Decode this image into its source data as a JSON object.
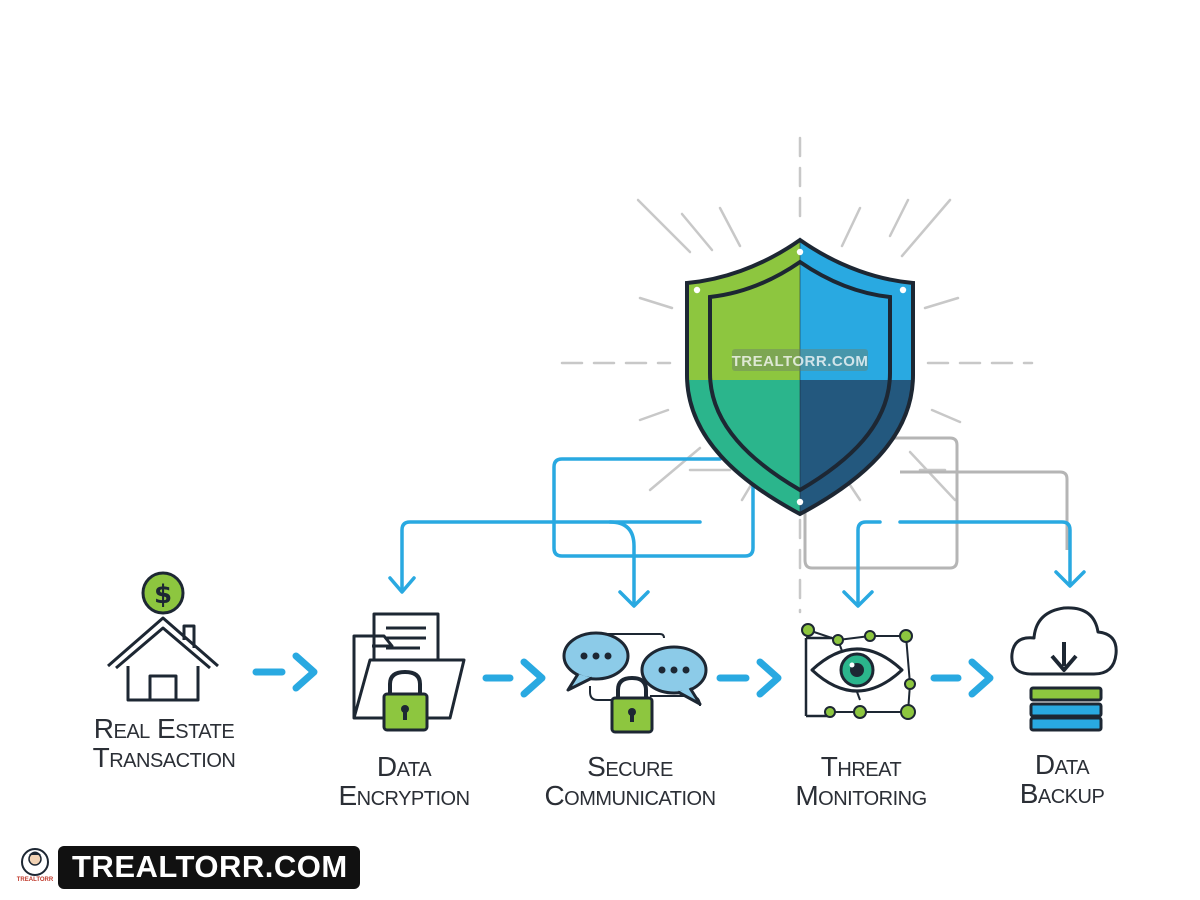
{
  "watermark": "TREALTORR.COM",
  "brand": {
    "text": "TREALTORR.COM",
    "mini_text": "TREALTORR"
  },
  "colors": {
    "green": "#8dc63f",
    "teal": "#2bb58c",
    "blue": "#29a9e1",
    "navy": "#23587e",
    "outline": "#1d2733",
    "gray": "#b3b3b3"
  },
  "steps": [
    {
      "id": "real-estate-transaction",
      "line1": "Real Estate",
      "line2": "Transaction",
      "icon": "house-dollar-icon"
    },
    {
      "id": "data-encryption",
      "line1": "Data",
      "line2": "Encryption",
      "icon": "folder-lock-icon"
    },
    {
      "id": "secure-communication",
      "line1": "Secure",
      "line2": "Communication",
      "icon": "chat-lock-icon"
    },
    {
      "id": "threat-monitoring",
      "line1": "Threat",
      "line2": "Monitoring",
      "icon": "eye-network-icon"
    },
    {
      "id": "data-backup",
      "line1": "Data",
      "line2": "Backup",
      "icon": "cloud-backup-icon"
    }
  ]
}
